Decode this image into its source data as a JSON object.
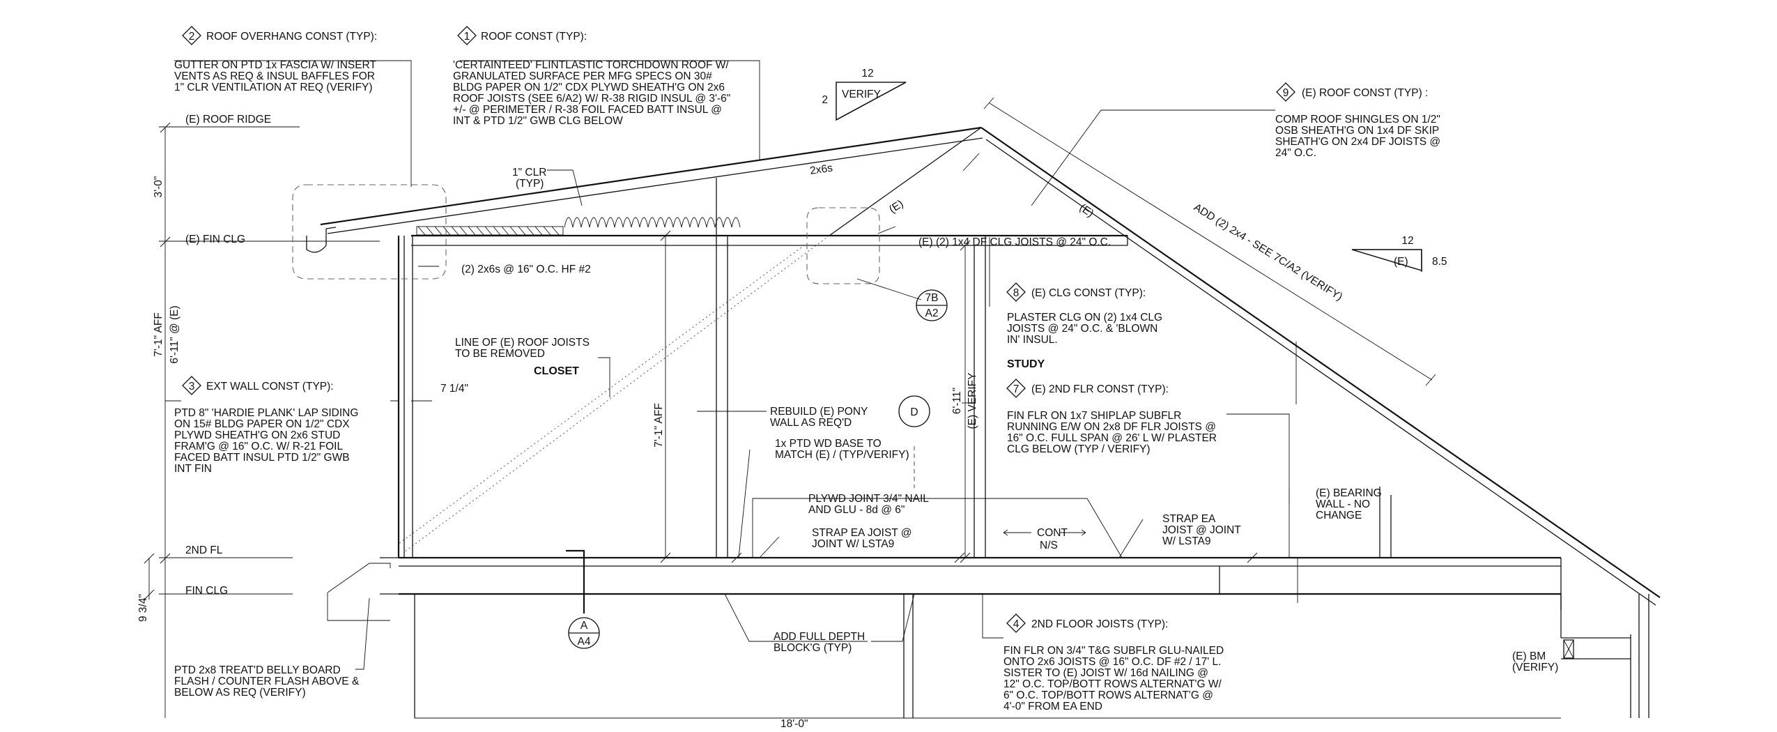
{
  "notes": {
    "roof_overhang": {
      "tag": "2",
      "title": "ROOF OVERHANG CONST (TYP):",
      "lines": [
        "GUTTER ON PTD 1x FASCIA W/ INSERT",
        "VENTS AS REQ & INSUL BAFFLES FOR",
        "1\" CLR VENTILATION AT REQ (VERIFY)"
      ]
    },
    "roof_const": {
      "tag": "1",
      "title": "ROOF CONST (TYP):",
      "lines": [
        "'CERTAINTEED' FLINTLASTIC TORCHDOWN ROOF W/",
        "GRANULATED SURFACE PER MFG SPECS ON 30#",
        "BLDG PAPER ON 1/2\" CDX PLYWD SHEATH'G ON 2x6",
        "ROOF JOISTS (SEE 6/A2) W/ R-38 RIGID INSUL @ 3'-6\"",
        "+/- @ PERIMETER / R-38 FOIL FACED BATT INSUL @",
        "INT & PTD 1/2\" GWB CLG BELOW"
      ]
    },
    "existing_roof": {
      "tag": "9",
      "title": "(E) ROOF CONST (TYP) :",
      "lines": [
        "COMP ROOF SHINGLES ON 1/2\"",
        "OSB SHEATH'G ON 1x4 DF SKIP",
        "SHEATH'G ON 2x4 DF JOISTS @",
        "24\" O.C."
      ]
    },
    "ext_wall": {
      "tag": "3",
      "title": "EXT WALL CONST (TYP):",
      "lines": [
        "PTD 8\" 'HARDIE PLANK' LAP SIDING",
        "ON 15# BLDG PAPER ON 1/2\" CDX",
        "PLYWD SHEATH'G ON 2x6 STUD",
        "FRAM'G @ 16\" O.C. W/ R-21 FOIL",
        "FACED BATT INSUL PTD 1/2\" GWB",
        "INT FIN"
      ]
    },
    "existing_clg": {
      "tag": "8",
      "title": "(E) CLG CONST (TYP):",
      "lines": [
        "PLASTER CLG ON (2) 1x4 CLG",
        "JOISTS @ 24\" O.C. & 'BLOWN",
        "IN' INSUL."
      ]
    },
    "second_flr": {
      "tag": "7",
      "title": "(E) 2ND FLR CONST (TYP):",
      "lines": [
        "FIN FLR ON 1x7 SHIPLAP SUBFLR",
        "RUNNING E/W ON 2x8 DF FLR JOISTS @",
        "16\" O.C. FULL SPAN @ 26' L W/ PLASTER",
        "CLG BELOW (TYP / VERIFY)"
      ]
    },
    "floor_joists": {
      "tag": "4",
      "title": "2ND FLOOR JOISTS (TYP):",
      "lines": [
        "FIN FLR ON 3/4\" T&G SUBFLR GLU-NAILED",
        "ONTO 2x6 JOISTS @ 16\" O.C. DF #2 / 17' L.",
        "SISTER TO (E) JOIST W/ 16d NAILING @",
        "12\" O.C. TOP/BOTT ROWS ALTERNAT'G W/",
        "6\" O.C. TOP/BOTT ROWS ALTERNAT'G @",
        "4'-0\" FROM EA END"
      ]
    }
  },
  "callouts": {
    "clr": [
      "1\" CLR",
      "(TYP)"
    ],
    "rafters": "2x6s",
    "joists": "(2) 2x6s @ 16\" O.C. HF #2",
    "existing_clg_joists": "(E) (2) 1x4 DF CLG JOISTS @ 24\" O.C.",
    "existing_a": "(E)",
    "existing_b": "(E)",
    "add_2x4": "ADD (2) 2x4 - SEE 7C/A2 (VERIFY)",
    "roof_joist_line": [
      "LINE OF (E) ROOF JOISTS",
      "TO BE REMOVED"
    ],
    "rebuild": [
      "REBUILD (E) PONY",
      "WALL AS REQ'D"
    ],
    "base": [
      "1x PTD WD BASE TO",
      "MATCH (E) / (TYP/VERIFY)"
    ],
    "plywd": [
      "PLYWD JOINT 3/4\" NAIL",
      "AND GLU - 8d @ 6\""
    ],
    "strap_left": [
      "STRAP EA JOIST @",
      "JOINT W/ LSTA9"
    ],
    "cont": [
      "CONT",
      "N/S"
    ],
    "strap_right": [
      "STRAP EA",
      "JOIST @ JOINT",
      "W/ LSTA9"
    ],
    "bearing": [
      "(E) BEARING",
      "WALL -  NO",
      "CHANGE"
    ],
    "full_depth": [
      "ADD FULL DEPTH",
      "BLOCK'G (TYP)"
    ],
    "belly": [
      "PTD 2x8 TREAT'D BELLY BOARD",
      "FLASH / COUNTER FLASH ABOVE &",
      "BELOW AS REQ (VERIFY)"
    ],
    "beam": [
      "(E) BM",
      "(VERIFY)"
    ],
    "siding_dim": "7 1/4\""
  },
  "rooms": {
    "closet": "CLOSET",
    "study": "STUDY"
  },
  "levels": {
    "ridge": "(E) ROOF RIDGE",
    "fin_clg_upper": "(E) FIN CLG",
    "second_fl": "2ND FL",
    "fin_clg_lower": "FIN CLG"
  },
  "dimensions": {
    "ridge_height": "3'-0\"",
    "wall_height_a": "7'-1\" AFF",
    "wall_height_b": "6'-11\" @ (E)",
    "closet_height": "7'-1\"  AFF",
    "study_height_a": "6'-11\"",
    "study_height_b": "(E) VERIFY",
    "floor_depth": "9 3/4\"",
    "span": "18'-0\""
  },
  "slopes": {
    "new": {
      "run": "12",
      "rise": "2",
      "label": "VERIFY"
    },
    "existing": {
      "run": "12",
      "rise": "8.5",
      "label": "(E)"
    }
  },
  "section_marks": {
    "detail_7b": {
      "id": "7B",
      "sheet": "A2"
    },
    "section_a": {
      "id": "A",
      "sheet": "A4"
    },
    "door_d": "D"
  }
}
